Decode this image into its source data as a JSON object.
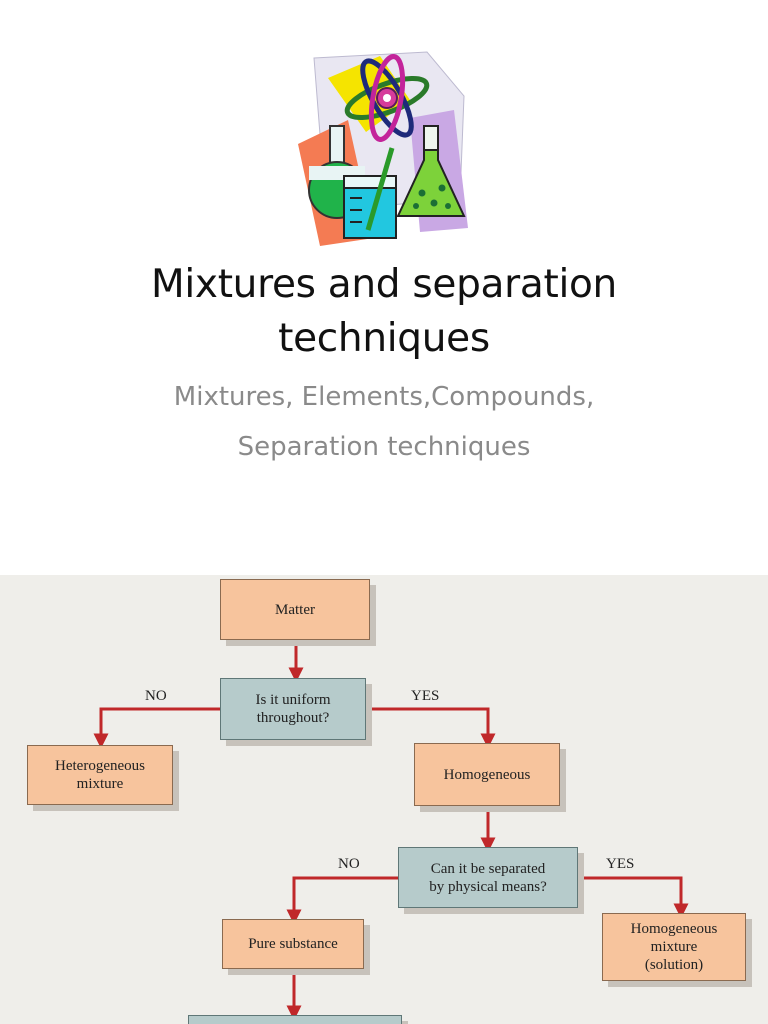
{
  "slide1": {
    "title": "Mixtures and separation\ntechniques",
    "subtitle": "Mixtures, Elements,Compounds,\nSeparation techniques",
    "clipart_icon": "chemistry-lab-clipart-icon"
  },
  "flowchart": {
    "colors": {
      "background": "#efeeea",
      "box_orange": "#f7c49d",
      "box_teal": "#b6cbcb",
      "arrow": "#c0282a"
    },
    "nodes": {
      "matter": "Matter",
      "uniform": "Is it uniform\nthroughout?",
      "heterogeneous": "Heterogeneous\nmixture",
      "homogeneous": "Homogeneous",
      "separated": "Can it be separated\nby physical means?",
      "pure": "Pure substance",
      "solution": "Homogeneous\nmixture\n(solution)"
    },
    "labels": {
      "no1": "NO",
      "yes1": "YES",
      "no2": "NO",
      "yes2": "YES"
    }
  }
}
